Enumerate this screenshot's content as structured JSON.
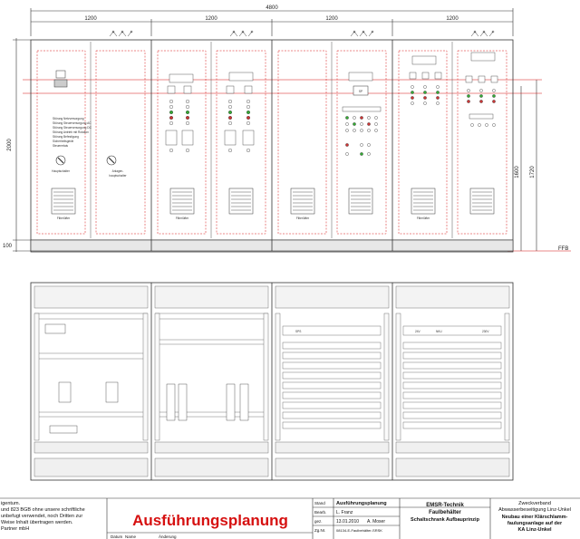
{
  "dimensions": {
    "total_width": "4800",
    "section_widths": [
      "1200",
      "1200",
      "1200",
      "1200"
    ],
    "height_total": "2000",
    "plinth": "100",
    "h1": "1600",
    "h2": "1720",
    "floor_label": "FFB"
  },
  "front_view": {
    "cabinet1": {
      "main_switch": "Hauptschalter",
      "service_switch": "Anlagen-\nhauptschalter",
      "status_lines": [
        "Störung Netzversorgung",
        "Störung Steuerversorgung AC",
        "Störung Steuerversorgung DC",
        "Störung Antrieb mit Rotation",
        "Störung Befestigung",
        "Sicherheitsgerät",
        "Steuerrelais"
      ],
      "filter_label": "Filterlüfter"
    },
    "cabinet2": {
      "filter_label": "Filterlüfter"
    },
    "cabinet3": {
      "filter_label": "Filterlüfter"
    },
    "cabinet4": {
      "filter_label": "Filterlüfter",
      "display_label": "SP"
    }
  },
  "layout_view": {
    "bus_labels": [
      "SPS",
      "24V",
      "NKU",
      "230V"
    ]
  },
  "title_block": {
    "legal_lines": [
      "igentum.",
      "und 823 BGB ohne unsere schriftliche",
      "unbefugt verwendet, noch Dritten zur",
      "Weise Inhalt übertragen werden.",
      "Partner mbH"
    ],
    "status_label": "Ausführungsplanung",
    "header_row": [
      "Stand",
      "Bearb.",
      "gez.",
      "Zg.Nr."
    ],
    "stand_value": "Ausführungsplanung",
    "bearb_value": "L. Franz",
    "gez_date": "13.01.2010",
    "gez_name": "A. Moser",
    "drawing_number": "08134-E-Faulbehälter-SRSK",
    "discipline": "EMSR-Technik",
    "subject": "Faulbehälter",
    "drawing_title": "Schaltschrank Aufbauprinzip",
    "client_line1": "Zweckverband",
    "client_line2": "Abwasserbeseitigung Linz-Unkel",
    "project_line1": "Neubau einer Klärschlamm-",
    "project_line2": "faulungsanlage auf der",
    "project_line3": "KA Linz-Unkel",
    "footer_left": [
      "Datum",
      "Name",
      "Änderung"
    ],
    "footer_small": [
      "Datum",
      "Name"
    ]
  }
}
